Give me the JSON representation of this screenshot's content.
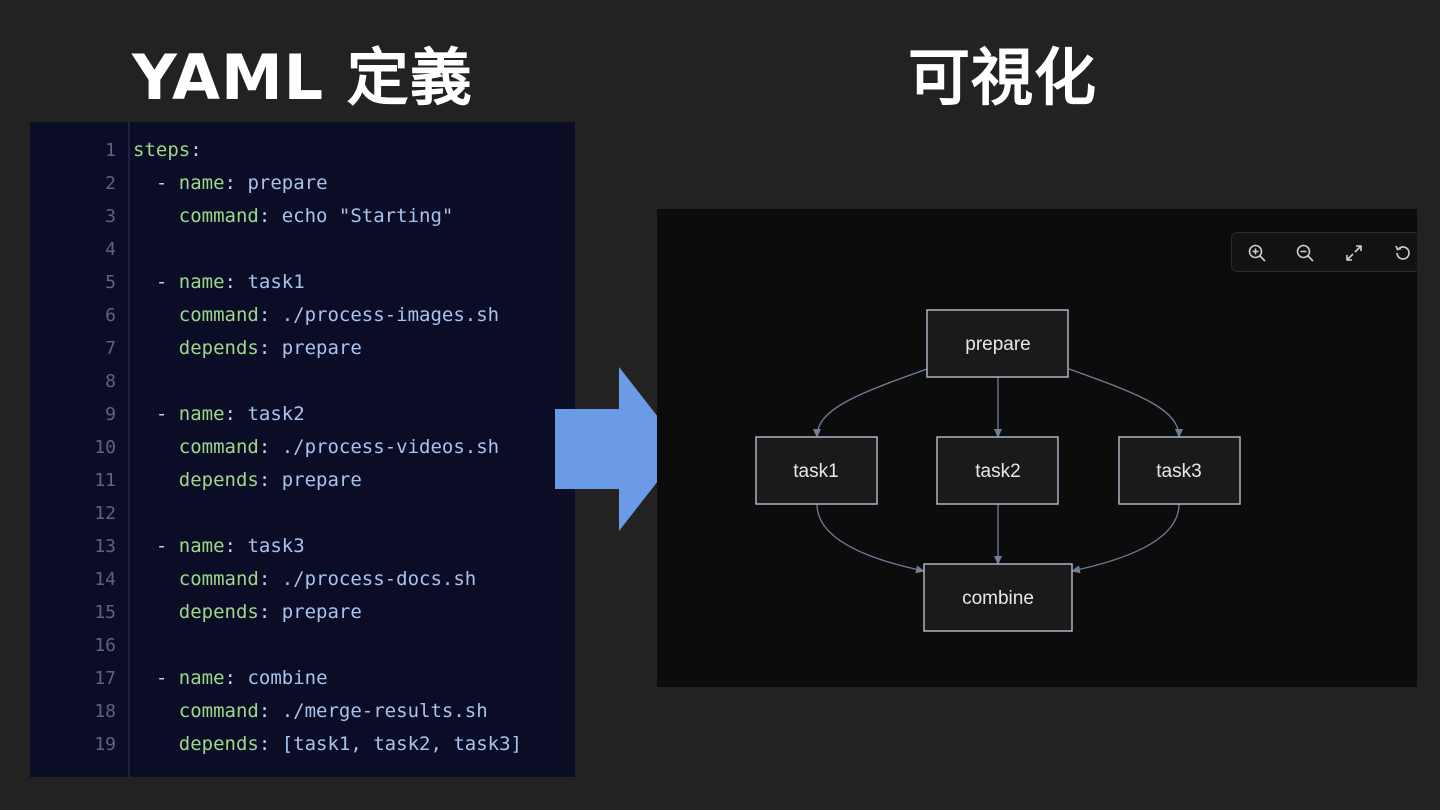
{
  "headings": {
    "left": "YAML 定義",
    "right": "可視化"
  },
  "editor": {
    "lines": [
      {
        "n": "1",
        "indent": "",
        "key": "steps",
        "sep": ":",
        "val": ""
      },
      {
        "n": "2",
        "indent": "  ",
        "dash": "- ",
        "key": "name",
        "sep": ": ",
        "val": "prepare"
      },
      {
        "n": "3",
        "indent": "    ",
        "key": "command",
        "sep": ": ",
        "val": "echo \"Starting\""
      },
      {
        "n": "4",
        "indent": "",
        "key": "",
        "sep": "",
        "val": ""
      },
      {
        "n": "5",
        "indent": "  ",
        "dash": "- ",
        "key": "name",
        "sep": ": ",
        "val": "task1"
      },
      {
        "n": "6",
        "indent": "    ",
        "key": "command",
        "sep": ": ",
        "val": "./process-images.sh"
      },
      {
        "n": "7",
        "indent": "    ",
        "key": "depends",
        "sep": ": ",
        "val": "prepare"
      },
      {
        "n": "8",
        "indent": "",
        "key": "",
        "sep": "",
        "val": ""
      },
      {
        "n": "9",
        "indent": "  ",
        "dash": "- ",
        "key": "name",
        "sep": ": ",
        "val": "task2"
      },
      {
        "n": "10",
        "indent": "    ",
        "key": "command",
        "sep": ": ",
        "val": "./process-videos.sh"
      },
      {
        "n": "11",
        "indent": "    ",
        "key": "depends",
        "sep": ": ",
        "val": "prepare"
      },
      {
        "n": "12",
        "indent": "",
        "key": "",
        "sep": "",
        "val": ""
      },
      {
        "n": "13",
        "indent": "  ",
        "dash": "- ",
        "key": "name",
        "sep": ": ",
        "val": "task3"
      },
      {
        "n": "14",
        "indent": "    ",
        "key": "command",
        "sep": ": ",
        "val": "./process-docs.sh"
      },
      {
        "n": "15",
        "indent": "    ",
        "key": "depends",
        "sep": ": ",
        "val": "prepare"
      },
      {
        "n": "16",
        "indent": "",
        "key": "",
        "sep": "",
        "val": ""
      },
      {
        "n": "17",
        "indent": "  ",
        "dash": "- ",
        "key": "name",
        "sep": ": ",
        "val": "combine"
      },
      {
        "n": "18",
        "indent": "    ",
        "key": "command",
        "sep": ": ",
        "val": "./merge-results.sh"
      },
      {
        "n": "19",
        "indent": "    ",
        "key": "depends",
        "sep": ": ",
        "val": "[task1, task2, task3]"
      }
    ]
  },
  "arrow": {
    "color": "#6b9be6"
  },
  "diagram": {
    "toolbar": [
      {
        "icon": "zoom-in-icon"
      },
      {
        "icon": "zoom-out-icon"
      },
      {
        "icon": "fullscreen-icon"
      },
      {
        "icon": "reset-icon"
      }
    ],
    "nodes": {
      "prepare": "prepare",
      "task1": "task1",
      "task2": "task2",
      "task3": "task3",
      "combine": "combine"
    },
    "edges": [
      [
        "prepare",
        "task1"
      ],
      [
        "prepare",
        "task2"
      ],
      [
        "prepare",
        "task3"
      ],
      [
        "task1",
        "combine"
      ],
      [
        "task2",
        "combine"
      ],
      [
        "task3",
        "combine"
      ]
    ],
    "colors": {
      "node_border": "#a9b4c4",
      "node_fill": "#1a1a1a",
      "edge": "#6f7f96"
    }
  }
}
